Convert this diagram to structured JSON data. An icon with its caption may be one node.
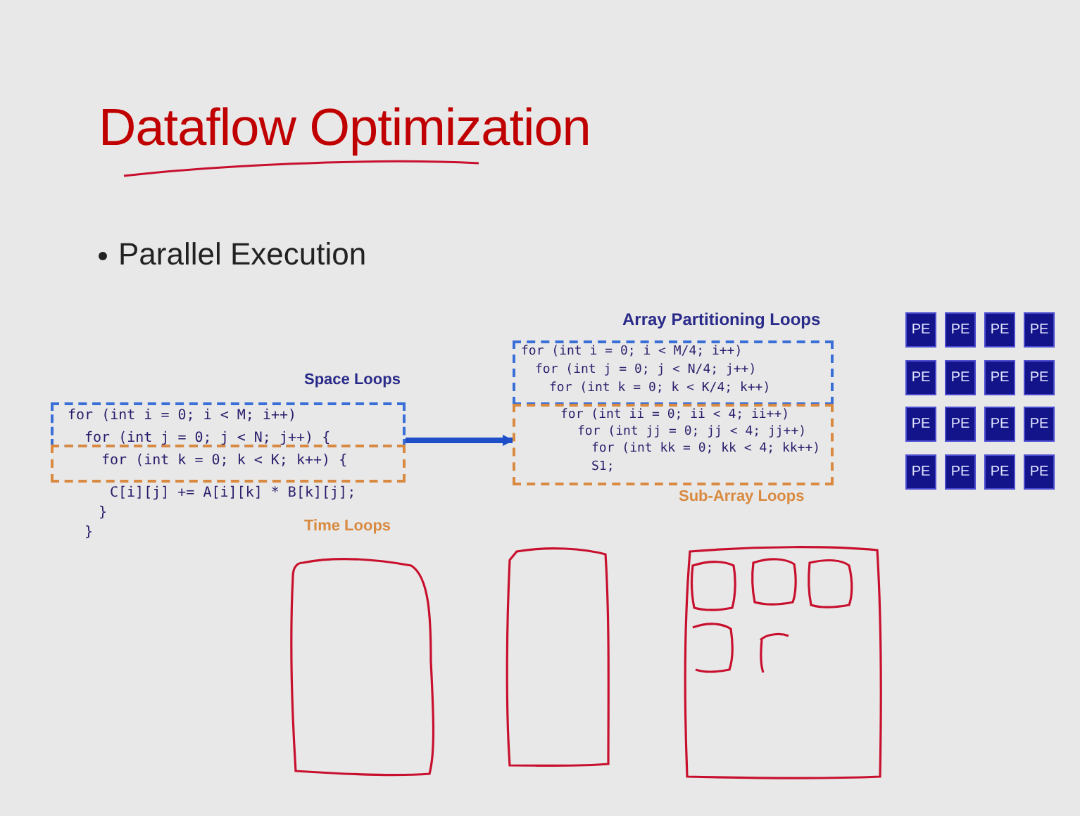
{
  "diagram": {
    "title": "Dataflow Optimization",
    "nodes": [
      {
        "text": [
          "Space Loops",
          "for (int i = 0; i < M; i++)",
          "for (int j = 0; j < N; j++) {"
        ]
      },
      {
        "text": [
          "for (int k = 0; k < K; k++) {",
          "Time Loops"
        ]
      },
      {
        "text": [
          "Array Partitioning Loops",
          "for (int i = 0; i < M/4; i++)",
          "for (int j = 0; j < N/4; j++)",
          "for (int k = 0; k < K/4; k++)"
        ]
      },
      {
        "text": [
          "for (int ii = 0; ii < 4; ii++)",
          "for (int jj = 0; jj < 4; jj++)",
          "for (int kk = 0; kk < 4; kk++)",
          "S1;",
          "Sub-Array Loops"
        ]
      },
      {
        "text": [
          "PE"
        ]
      },
      {
        "text": [
          "PE"
        ]
      },
      {
        "text": [
          "PE"
        ]
      },
      {
        "text": [
          "PE"
        ]
      },
      {
        "text": [
          "PE"
        ]
      },
      {
        "text": [
          "PE"
        ]
      },
      {
        "text": [
          "PE"
        ]
      },
      {
        "text": [
          "PE"
        ]
      },
      {
        "text": [
          "PE"
        ]
      },
      {
        "text": [
          "PE"
        ]
      },
      {
        "text": [
          "PE"
        ]
      },
      {
        "text": [
          "PE"
        ]
      },
      {
        "text": [
          "PE"
        ]
      },
      {
        "text": [
          "PE"
        ]
      },
      {
        "text": [
          "PE"
        ]
      },
      {
        "text": [
          "PE"
        ]
      }
    ],
    "edges": [
      {
        "from": 0,
        "to": 2,
        "arrow": "to"
      }
    ],
    "labels": [
      "Parallel Execution",
      "C[i][j] += A[i][k] * B[k][j];",
      "}",
      "}"
    ]
  }
}
